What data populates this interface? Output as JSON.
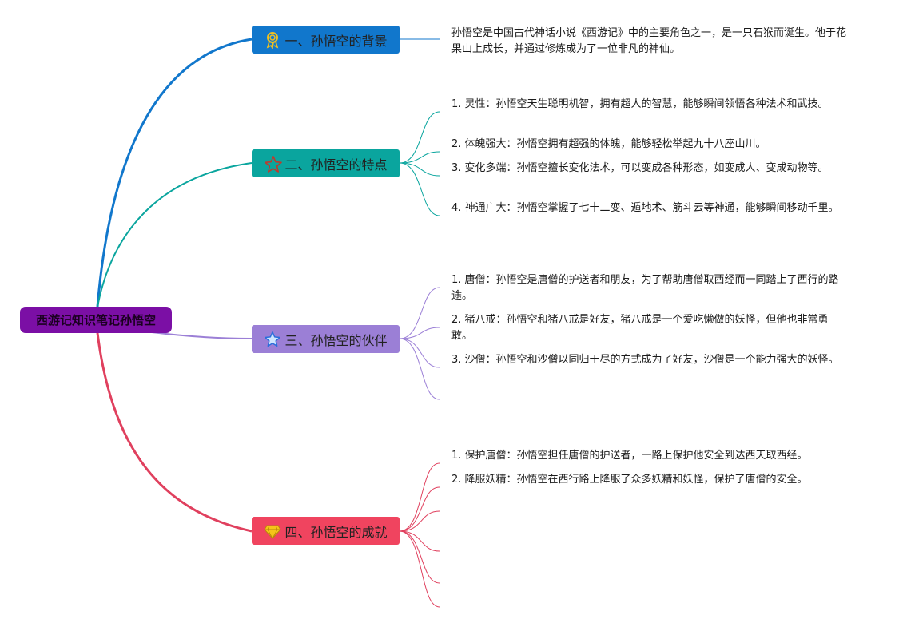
{
  "root": {
    "label": "西游记知识笔记孙悟空",
    "color": "#7b0fa5"
  },
  "branches": [
    {
      "label": "一、孙悟空的背景",
      "icon": "award-ribbon-icon",
      "color": "#1177cc",
      "items": [
        "孙悟空是中国古代神话小说《西游记》中的主要角色之一，是一只石猴而诞生。他于花果山上成长，并通过修炼成为了一位非凡的神仙。"
      ]
    },
    {
      "label": "二、孙悟空的特点",
      "icon": "star-outline-icon",
      "color": "#0aa59e",
      "items": [
        "1. 灵性：孙悟空天生聪明机智，拥有超人的智慧，能够瞬间领悟各种法术和武技。",
        "2. 体魄强大：孙悟空拥有超强的体魄，能够轻松举起九十八座山川。",
        "3. 变化多端：孙悟空擅长变化法术，可以变成各种形态，如变成人、变成动物等。",
        "4. 神通广大：孙悟空掌握了七十二变、遁地术、筋斗云等神通，能够瞬间移动千里。"
      ]
    },
    {
      "label": "三、孙悟空的伙伴",
      "icon": "star-icon",
      "color": "#9b7fd6",
      "items": [
        "1. 唐僧：孙悟空是唐僧的护送者和朋友，为了帮助唐僧取西经而一同踏上了西行的路途。",
        "2. 猪八戒：孙悟空和猪八戒是好友，猪八戒是一个爱吃懒做的妖怪，但他也非常勇敢。",
        "3. 沙僧：孙悟空和沙僧以同归于尽的方式成为了好友，沙僧是一个能力强大的妖怪。"
      ]
    },
    {
      "label": "四、孙悟空的成就",
      "icon": "diamond-icon",
      "color": "#f0445f",
      "items": [
        "1. 保护唐僧：孙悟空担任唐僧的护送者，一路上保护他安全到达西天取西经。",
        "2. 降服妖精：孙悟空在西行路上降服了众多妖精和妖怪，保护了唐僧的安全。"
      ]
    }
  ]
}
